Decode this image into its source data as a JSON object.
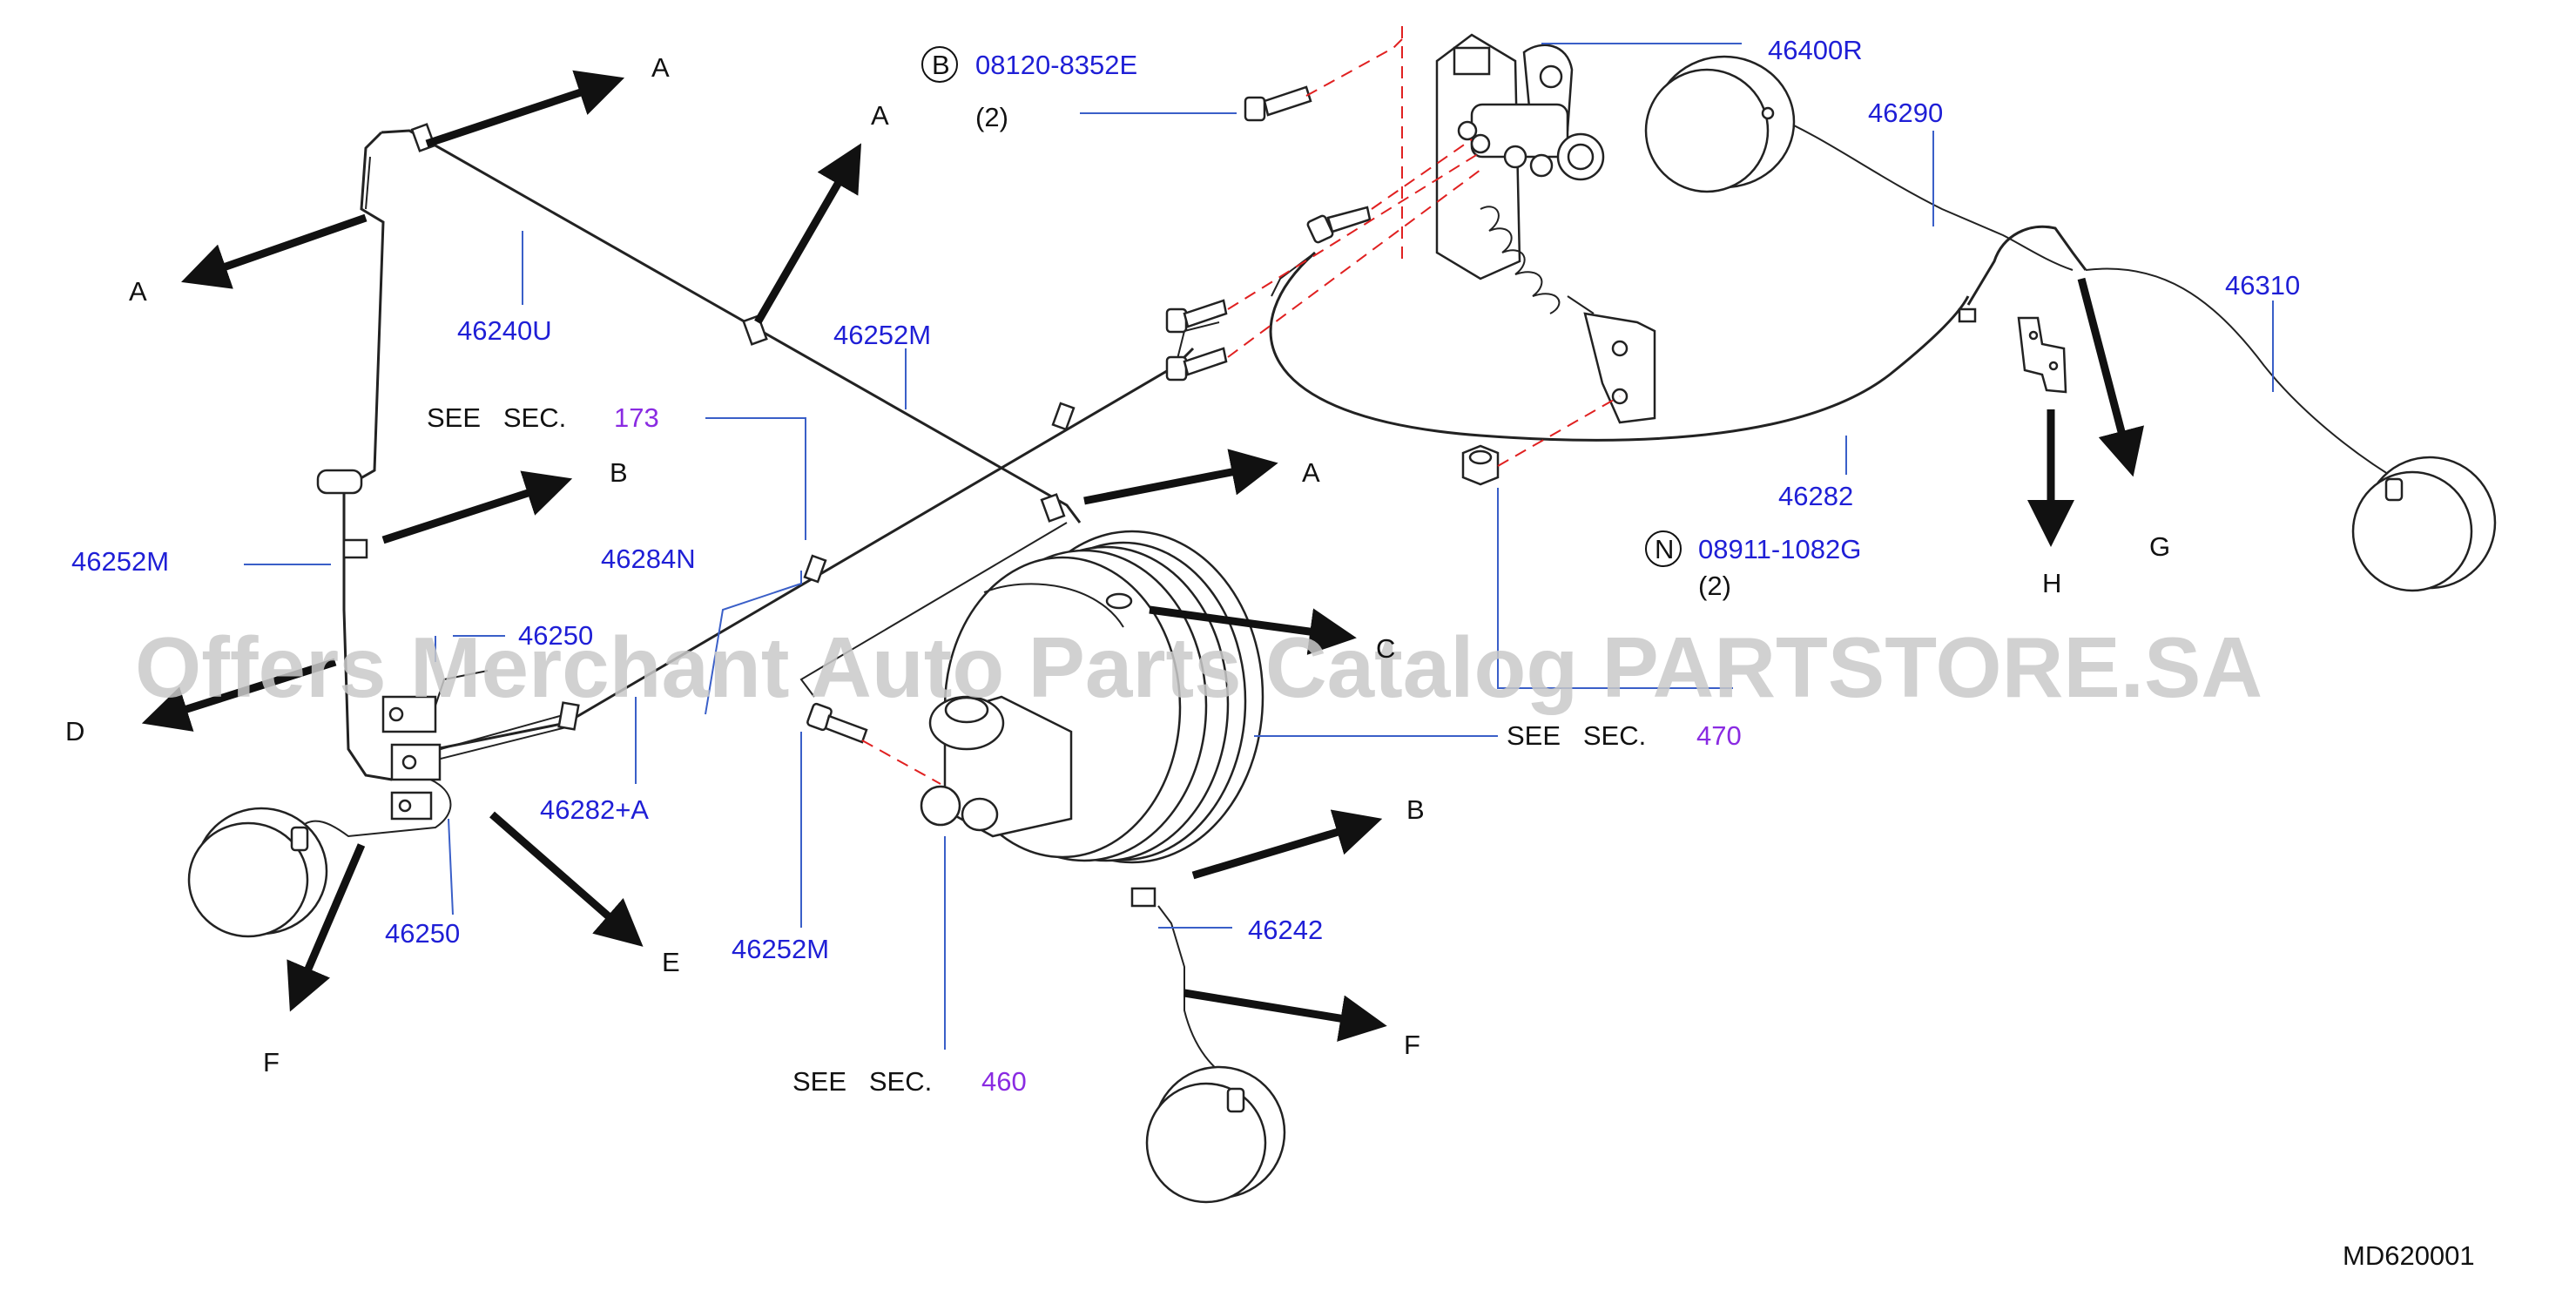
{
  "watermark": "Offers Merchant Auto Parts Catalog PARTSTORE.SA",
  "diagram_code": "MD620001",
  "parts": {
    "p46400R": "46400R",
    "p46290": "46290",
    "p46310": "46310",
    "p46240U": "46240U",
    "p46252M_top": "46252M",
    "p46252M_left": "46252M",
    "p46252M_bottom": "46252M",
    "p46284N": "46284N",
    "p46250_top": "46250",
    "p46250_bottom": "46250",
    "p46282A": "46282+A",
    "p46282": "46282",
    "p46242": "46242"
  },
  "fasteners": {
    "bolt_symbol": "B",
    "bolt_number": "08120-8352E",
    "bolt_qty": "(2)",
    "nut_symbol": "N",
    "nut_number": "08911-1082G",
    "nut_qty": "(2)"
  },
  "sections": {
    "s173_prefix": "SEE   SEC.",
    "s173_num": "173",
    "s470_prefix": "SEE   SEC.",
    "s470_num": "470",
    "s460_prefix": "SEE   SEC.",
    "s460_num": "460"
  },
  "arrow_labels": {
    "a1": "A",
    "a2": "A",
    "a3": "A",
    "a4": "A",
    "b1": "B",
    "b2": "B",
    "c1": "C",
    "d1": "D",
    "e1": "E",
    "f1": "F",
    "f2": "F",
    "g1": "G",
    "h1": "H"
  },
  "colors": {
    "part_number": "#1f1fd6",
    "section_number": "#8a2be2",
    "dashed_guide": "#e02020",
    "leader_line": "#3a5fc8"
  }
}
